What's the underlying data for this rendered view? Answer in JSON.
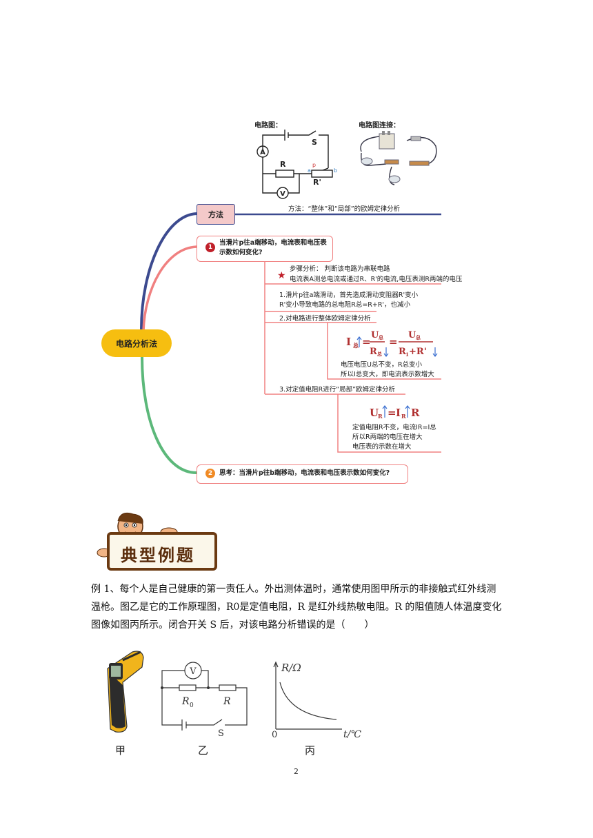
{
  "mindmap": {
    "circuit_label": "电路图：",
    "connection_label": "电路图连接：",
    "root": "电路分析法",
    "method": "方法",
    "method_desc": "方法：“整体”和“局部”的欧姆定律分析",
    "q1_num": "1",
    "q1_text": "当滑片p往a端移动，电流表和电压表示数如何变化?",
    "step_title": "步骤分析：  判断该电路为串联电路",
    "step_desc": "电流表A测总电流或通过R、R'的电流,电压表测R两端的电压",
    "s1_line1": "1.滑片p往a端滑动，首先造成滑动变阻器R'变小",
    "s1_line2": "R'变小导致电路的总电阻R总=R+R'，也减小",
    "s2": "2.对电路进行整体欧姆定律分析",
    "s2_note1": "电压电压U总不变，R总变小",
    "s2_note2": "所以I总变大，即电流表示数增大",
    "s3": "3.对定值电阻R进行“局部”欧姆定律分析",
    "s3_note1": "定值电阻R不变，电流IR=I总",
    "s3_note2": "所以R两端的电压在增大",
    "s3_note3": "电压表的示数在增大",
    "q2_num": "2",
    "q2_text": "思考：当滑片p往b端移动，电流表和电压表示数如何变化?",
    "circuit": {
      "A": "A",
      "S": "S",
      "R": "R",
      "Rp": "R'",
      "V": "V",
      "a": "a",
      "p": "p",
      "b": "b"
    },
    "f1": {
      "I": "I",
      "sub_total": "总",
      "U": "U",
      "R": "R",
      "R1": "R",
      "sub1": "1",
      "plus": "+R'",
      "eq": "="
    },
    "f2": {
      "U": "U",
      "subR": "R",
      "eq": "=",
      "I": "I",
      "R": "R"
    }
  },
  "banner": {
    "text": "典型例题"
  },
  "example": {
    "text": "例 1、每个人是自己健康的第一责任人。外出测体温时，通常使用图甲所示的非接触式红外线测温枪。图乙是它的工作原理图，R0是定值电阻，R 是红外线热敏电阻。R 的阻值随人体温度变化图像如图丙所示。闭合开关 S 后，对该电路分析错误的是（　　）"
  },
  "figures": {
    "jia": "甲",
    "yi": "乙",
    "bing": "丙",
    "V": "V",
    "R0": "R",
    "R0_sub": "0",
    "R": "R",
    "S": "S",
    "y_axis": "R/Ω",
    "x_axis": "t/℃",
    "origin": "0"
  },
  "page_number": "2",
  "colors": {
    "trunk_blue": "#3c4a8f",
    "branch_red": "#f08080",
    "branch_green": "#5cb87a",
    "root_yellow": "#f6be10",
    "accent_red": "#c0202a",
    "accent_orange": "#f08a24"
  }
}
